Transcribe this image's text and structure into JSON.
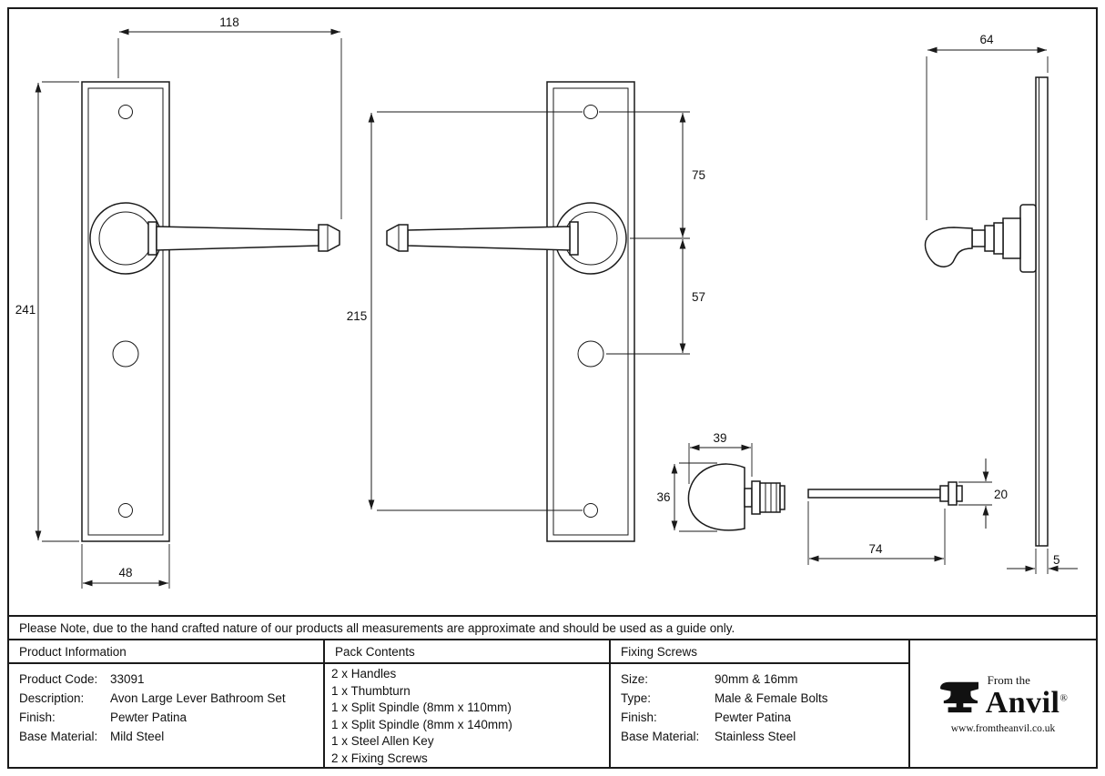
{
  "note": "Please Note, due to the hand crafted nature of our products all measurements are approximate and should be used as a guide only.",
  "tables": {
    "product_info": {
      "title": "Product Information",
      "rows": [
        {
          "label": "Product Code:",
          "value": "33091"
        },
        {
          "label": "Description:",
          "value": "Avon Large Lever Bathroom Set"
        },
        {
          "label": "Finish:",
          "value": "Pewter Patina"
        },
        {
          "label": "Base Material:",
          "value": "Mild Steel"
        }
      ]
    },
    "pack_contents": {
      "title": "Pack Contents",
      "items": [
        "2 x Handles",
        "1 x Thumbturn",
        "1 x Split Spindle (8mm x 110mm)",
        "1 x Split Spindle (8mm x 140mm)",
        "1 x Steel Allen Key",
        "2 x Fixing Screws"
      ]
    },
    "fixing_screws": {
      "title": "Fixing Screws",
      "rows": [
        {
          "label": "Size:",
          "value": "90mm & 16mm"
        },
        {
          "label": "Type:",
          "value": "Male & Female Bolts"
        },
        {
          "label": "Finish:",
          "value": "Pewter Patina"
        },
        {
          "label": "Base Material:",
          "value": "Stainless Steel"
        }
      ]
    }
  },
  "brand": {
    "pre": "From the",
    "name": "Anvil",
    "reg": "®",
    "url": "www.fromtheanvil.co.uk"
  },
  "dims": {
    "plate_width": "118",
    "plate_height": "241",
    "plate_bottom_width": "48",
    "centres_height": "215",
    "top_to_lever": "75",
    "lever_to_turn": "57",
    "side_projection": "64",
    "plate_thickness": "5",
    "thumbturn_width": "39",
    "thumbturn_height": "36",
    "spindle_length": "74",
    "spindle_boss": "20"
  },
  "colors": {
    "line": "#1a1a1a",
    "background": "#ffffff"
  }
}
